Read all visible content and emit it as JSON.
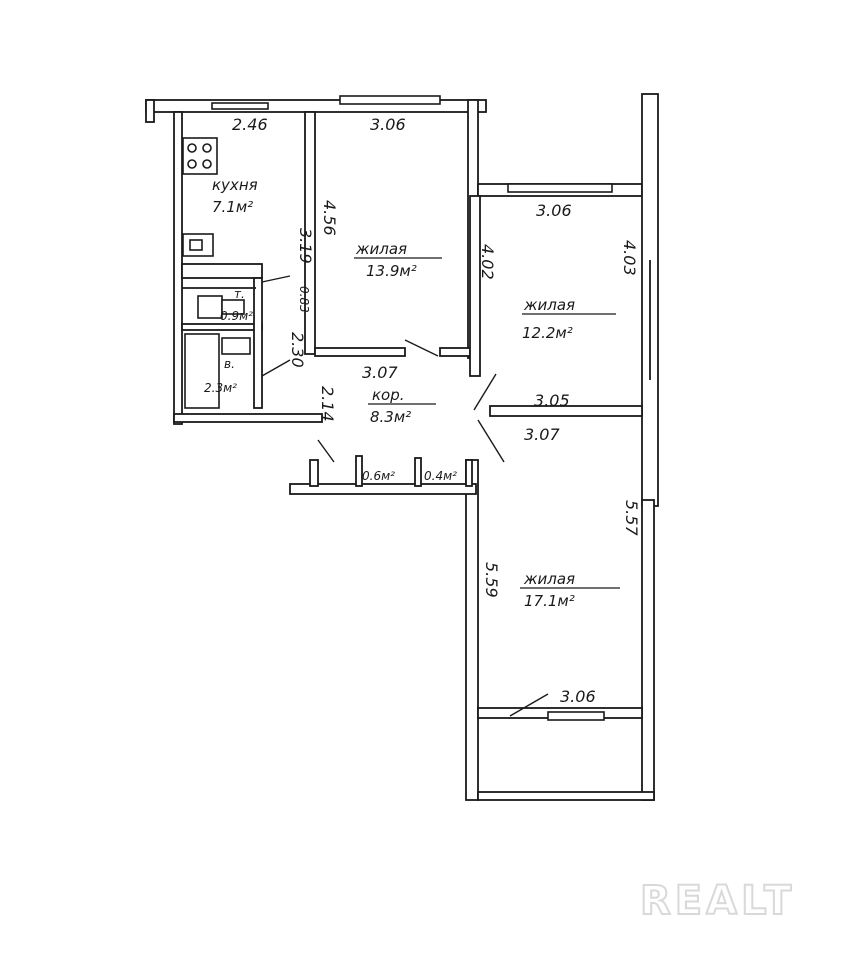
{
  "rooms": {
    "kitchen": {
      "name": "кухня",
      "area": "7.1м²"
    },
    "room1": {
      "name": "жилая",
      "area": "13.9м²"
    },
    "room2": {
      "name": "жилая",
      "area": "12.2м²"
    },
    "room3": {
      "name": "жилая",
      "area": "17.1м²"
    },
    "corridor": {
      "name": "кор.",
      "area": "8.3м²"
    },
    "toilet": {
      "name": "т.",
      "area": "0.9м²"
    },
    "bath": {
      "name": "в.",
      "area": "2.3м²"
    },
    "closet1": {
      "area": "0.6м²"
    },
    "closet2": {
      "area": "0.4м²"
    }
  },
  "dimensions": {
    "kitchen_width": "2.46",
    "kitchen_depth": "3.19",
    "room1_width": "3.06",
    "room1_depth": "4.56",
    "room1_bottom": "3.07",
    "room2_width_top": "3.06",
    "room2_depth_left": "4.02",
    "room2_depth_right": "4.03",
    "room2_width_bottom": "3.05",
    "room3_width_top": "3.07",
    "room3_depth_left": "5.59",
    "room3_depth_right": "5.57",
    "room3_width_bottom": "3.06",
    "toilet_width": "0.83",
    "bath_depth": "2.30",
    "corridor_width": "2.14"
  },
  "watermark": "REALT"
}
